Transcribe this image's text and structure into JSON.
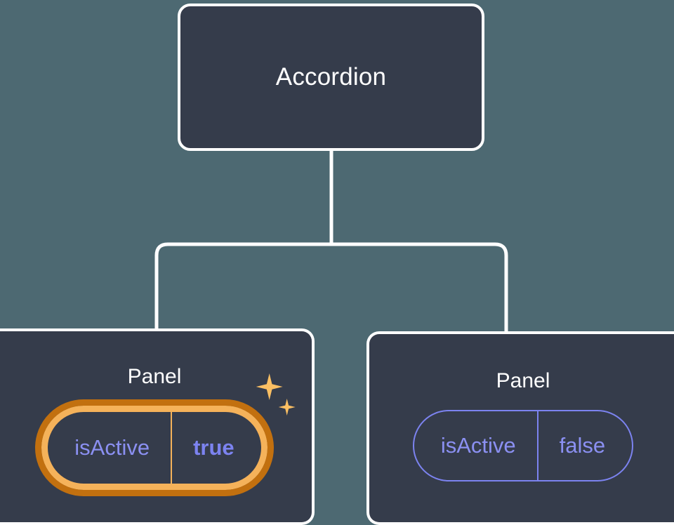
{
  "background_color": "#4d6972",
  "node_fill_color": "#353c4b",
  "node_border_color": "#ffffff",
  "accent_active_color": "#f5b25a",
  "accent_active_outer_color": "#c2700f",
  "prop_text_color": "#8b90f2",
  "tree": {
    "root": {
      "title": "Accordion"
    },
    "children": [
      {
        "title": "Panel",
        "highlighted": true,
        "prop": {
          "key": "isActive",
          "value": "true"
        },
        "sparkle_large": "sparkle-icon",
        "sparkle_small": "sparkle-icon"
      },
      {
        "title": "Panel",
        "highlighted": false,
        "prop": {
          "key": "isActive",
          "value": "false"
        }
      }
    ]
  }
}
